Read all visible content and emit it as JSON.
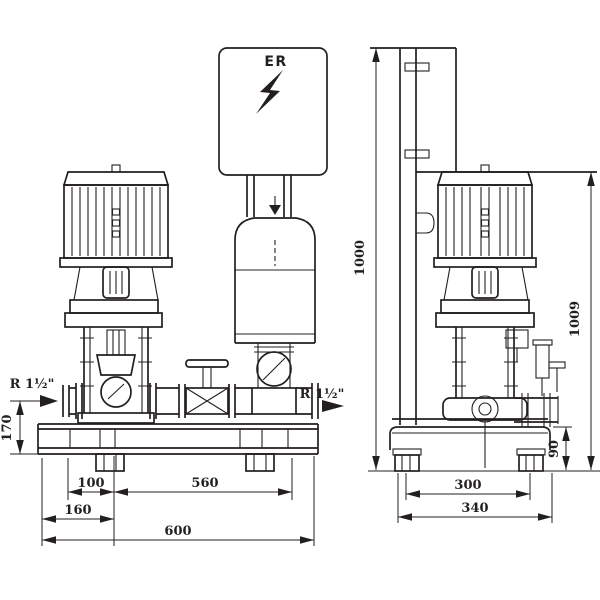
{
  "drawing": {
    "type": "pump-installation-dimensional-drawing",
    "colors": {
      "line": "#231f20",
      "background": "#ffffff"
    },
    "control_box": {
      "label": "ER",
      "icon": "lightning-bolt"
    },
    "front_view": {
      "suction_label": "R 1½\"",
      "discharge_label": "R 1½\"",
      "dims": {
        "suction_height": "170",
        "pump_axis_offset": "100",
        "axis_to_discharge": "560",
        "edge_to_axis": "160",
        "total_width": "600"
      }
    },
    "side_view": {
      "dims": {
        "total_height": "1000",
        "connection_height": "1009",
        "frame_height": "90",
        "bolt_spacing": "300",
        "total_depth": "340"
      }
    }
  }
}
